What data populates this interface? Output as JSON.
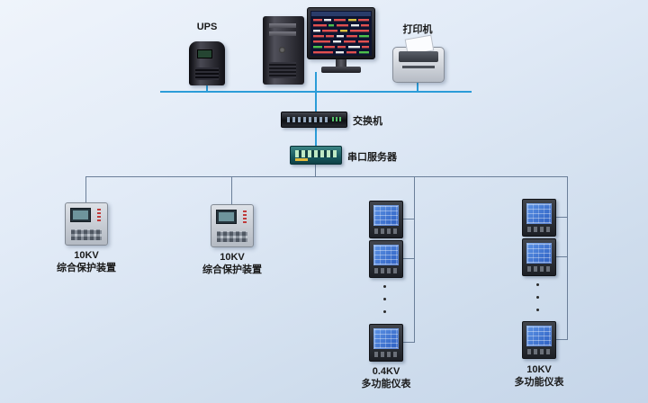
{
  "diagram": {
    "nodes": {
      "ups": {
        "label": "UPS",
        "icon": "ups-tower-icon"
      },
      "workstation": {
        "icon": "computer-workstation-icon"
      },
      "printer": {
        "label": "打印机",
        "icon": "printer-icon"
      },
      "switch": {
        "label": "交换机",
        "icon": "network-switch-icon"
      },
      "serial_server": {
        "label": "串口服务器",
        "icon": "serial-port-server-icon"
      }
    },
    "protection_devices": [
      {
        "kv": "10KV",
        "name": "综合保护装置",
        "icon": "protection-relay-icon"
      },
      {
        "kv": "10KV",
        "name": "综合保护装置",
        "icon": "protection-relay-icon"
      }
    ],
    "meter_columns": [
      {
        "kv": "0.4KV",
        "name": "多功能仪表",
        "visible_meters": 3,
        "ellipsis": "⋮",
        "icon": "multifunction-meter-icon"
      },
      {
        "kv": "10KV",
        "name": "多功能仪表",
        "visible_meters": 3,
        "ellipsis": "⋮",
        "icon": "multifunction-meter-icon"
      }
    ],
    "colors": {
      "bus_line": "#2b9cd8",
      "wire_line": "#6b7f99",
      "background_top": "#eff4fb",
      "background_bottom": "#c5d5e9"
    }
  }
}
